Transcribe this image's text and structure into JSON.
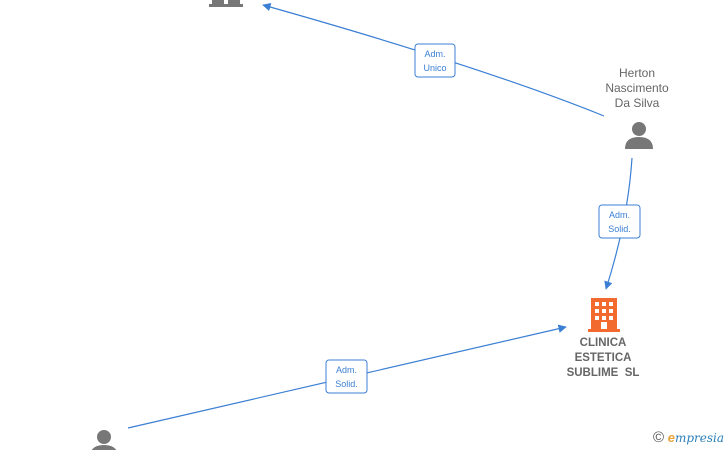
{
  "nodes": {
    "company_top": {
      "label": ""
    },
    "person_herton": {
      "label_lines": [
        "Herton",
        "Nascimento",
        "Da Silva"
      ]
    },
    "company_clinica": {
      "label_lines": [
        "CLINICA",
        "ESTETICA",
        "SUBLIME  SL"
      ]
    },
    "person_bottom": {
      "label": ""
    }
  },
  "edges": [
    {
      "from": "person_herton",
      "to": "company_top",
      "label_lines": [
        "Adm.",
        "Unico"
      ]
    },
    {
      "from": "person_herton",
      "to": "company_clinica",
      "label_lines": [
        "Adm.",
        "Solid."
      ]
    },
    {
      "from": "person_bottom",
      "to": "company_clinica",
      "label_lines": [
        "Adm.",
        "Solid."
      ]
    }
  ],
  "colors": {
    "edge": "#3b7fd4",
    "person_icon": "#777777",
    "company_icon_main": "#f26a2e",
    "company_icon_other": "#777777"
  },
  "brand": {
    "copyright": "©",
    "initial": "e",
    "name": "mpresia"
  }
}
